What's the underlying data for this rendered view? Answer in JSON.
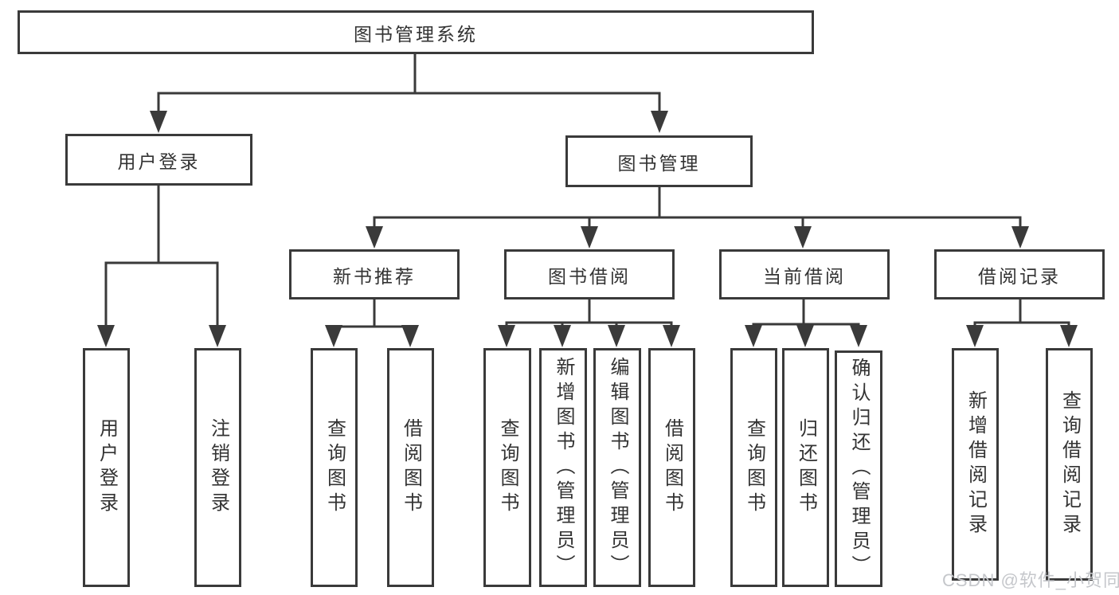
{
  "title": {
    "root": "图书管理系统"
  },
  "level2": {
    "user_login": "用户登录",
    "book_mgmt": "图书管理"
  },
  "level3": [
    "新书推荐",
    "图书借阅",
    "当前借阅",
    "借阅记录"
  ],
  "leaves": {
    "user_login": [
      "用户登录",
      "注销登录"
    ],
    "new_book_rec": [
      "查询图书",
      "借阅图书"
    ],
    "book_borrow": [
      "查询图书",
      "新增图书（管理员）",
      "编辑图书（管理员）",
      "借阅图书"
    ],
    "current_borrow": [
      "查询图书",
      "归还图书",
      "确认归还（管理员）"
    ],
    "borrow_records": [
      "新增借阅记录",
      "查询借阅记录"
    ]
  },
  "watermark": "CSDN @软件_小贺同学",
  "colors": {
    "line": "#3a3a3a",
    "text": "#333333",
    "watermark": "#c5c7cb",
    "background": "#ffffff"
  }
}
